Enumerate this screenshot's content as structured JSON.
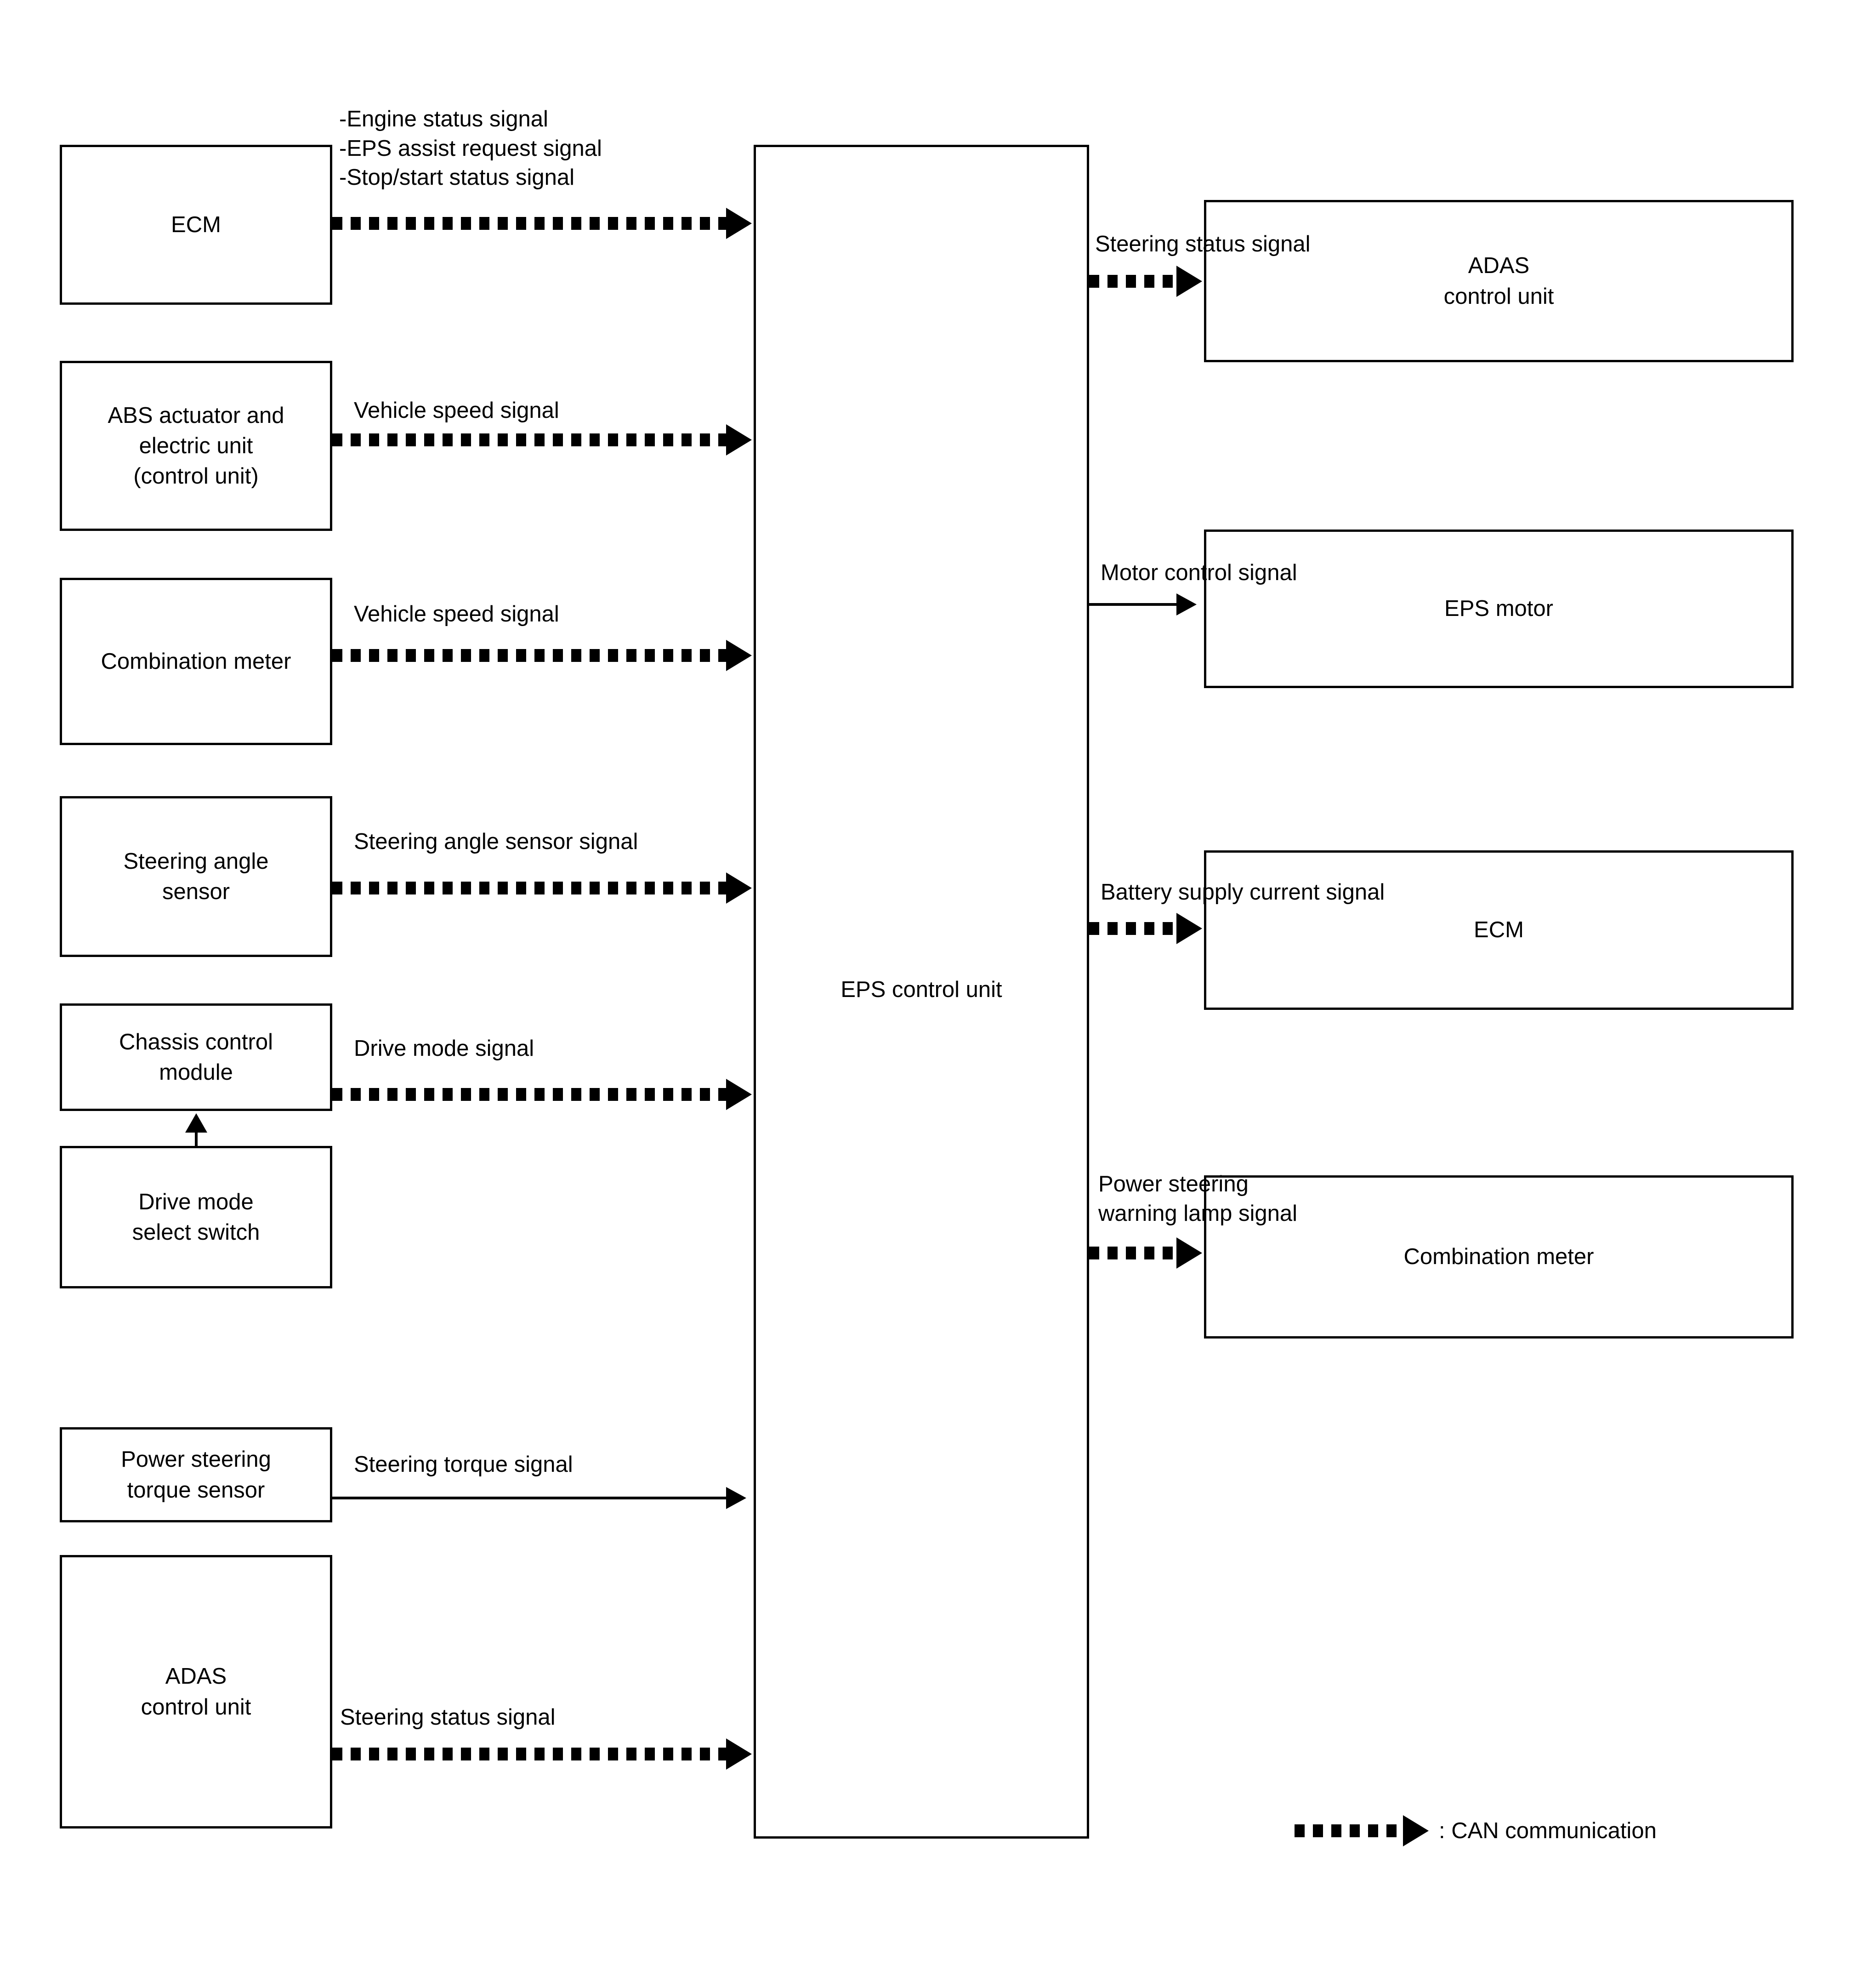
{
  "diagram": {
    "title": "EPS system block diagram",
    "center_unit": {
      "label": "EPS control unit"
    },
    "inputs": [
      {
        "source": "ECM",
        "signal": "-Engine status signal\n-EPS assist request signal\n-Stop/start status signal",
        "link_type": "can"
      },
      {
        "source": "ABS actuator and\nelectric unit\n(control unit)",
        "signal": "Vehicle speed signal",
        "link_type": "can"
      },
      {
        "source": "Combination meter",
        "signal": "Vehicle speed signal",
        "link_type": "can"
      },
      {
        "source": "Steering angle\nsensor",
        "signal": "Steering angle sensor signal",
        "link_type": "can"
      },
      {
        "source": "Chassis control\nmodule",
        "signal": "Drive mode signal",
        "link_type": "can"
      },
      {
        "source": "Drive mode\nselect switch",
        "signal": "",
        "link_type": "plain-vertical"
      },
      {
        "source": "Power steering\ntorque sensor",
        "signal": "Steering torque signal",
        "link_type": "plain"
      },
      {
        "source": "ADAS\ncontrol unit",
        "signal": "Steering status signal",
        "link_type": "can"
      }
    ],
    "outputs": [
      {
        "target": "ADAS\ncontrol unit",
        "signal": "Steering status signal",
        "link_type": "can"
      },
      {
        "target": "EPS motor",
        "signal": "Motor control signal",
        "link_type": "plain"
      },
      {
        "target": "ECM",
        "signal": "Battery supply current signal",
        "link_type": "can"
      },
      {
        "target": "Combination meter",
        "signal": "Power steering\nwarning lamp signal",
        "link_type": "can"
      }
    ],
    "legend": {
      "symbol": "can-arrow-icon",
      "text": ": CAN communication"
    },
    "colors": {
      "line": "#000000",
      "background": "#ffffff"
    }
  }
}
